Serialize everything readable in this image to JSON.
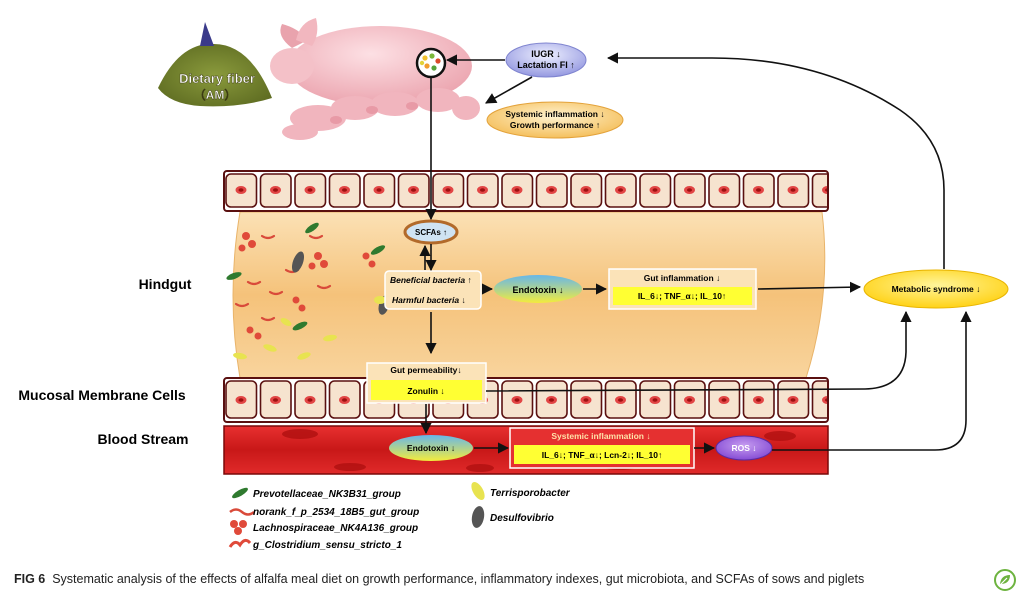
{
  "diet": {
    "line1": "Dietary fiber",
    "line2": "（AM）"
  },
  "sow_feedback": {
    "line1": "IUGR ↓",
    "line2": "Lactation FI ↑"
  },
  "sow_outcome": {
    "line1": "Systemic inflammation ↓",
    "line2": "Growth performance ↑"
  },
  "section_labels": {
    "hindgut": "Hindgut",
    "mucosal": "Mucosal Membrane Cells",
    "blood": "Blood Stream"
  },
  "hindgut": {
    "scfas": "SCFAs ↑",
    "beneficial": "Beneficial bacteria ↑",
    "harmful": "Harmful bacteria ↓",
    "endotoxin": "Endotoxin ↓",
    "gut_inflammation_title": "Gut inflammation ↓",
    "gut_inflammation_values": "IL_6↓; TNF_α↓; IL_10↑"
  },
  "mucosal": {
    "permeability": "Gut permeability↓",
    "zonulin": "Zonulin ↓"
  },
  "blood": {
    "endotoxin": "Endotoxin ↓",
    "systemic_title": "Systemic inflammation ↓",
    "systemic_values": "IL_6↓; TNF_α↓; Lcn-2↓; IL_10↑",
    "ros": "ROS ↓"
  },
  "metabolic": "Metabolic syndrome ↓",
  "legend": {
    "left": [
      "Prevotellaceae_NK3B31_group",
      "norank_f_p_2534_18B5_gut_group",
      "Lachnospiraceae_NK4A136_group",
      "g_Clostridium_sensu_stricto_1"
    ],
    "right": [
      "Terrisporobacter",
      "Desulfovibrio"
    ]
  },
  "caption": {
    "label": "FIG 6",
    "text": "Systematic analysis of the effects of alfalfa meal diet on growth performance, inflammatory indexes, gut microbiota, and SCFAs of sows and piglets"
  },
  "colors": {
    "epithelium": "#f4dfc9",
    "nucleus": "#e04848",
    "gut_lumen": "#f6c98a",
    "blood": "#d42020",
    "highlight": "#ffff33",
    "metabolic": "#ffd21a",
    "arrow": "#111111"
  },
  "icons": {
    "diet": "feed-pile-icon",
    "sow": "sow-with-piglets-icon",
    "badge": "leaf-badge-icon"
  }
}
